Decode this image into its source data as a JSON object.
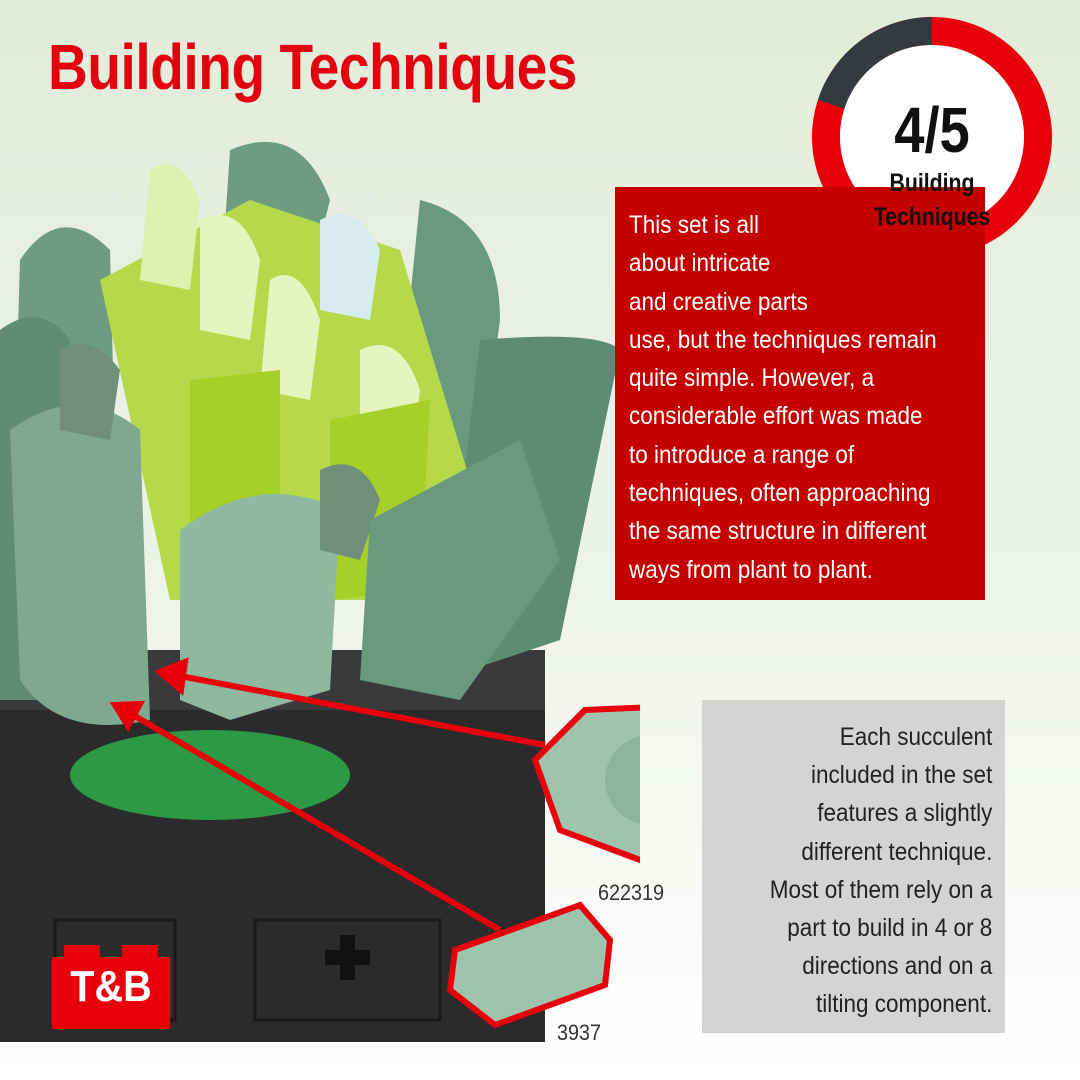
{
  "title": "Building Techniques",
  "rating": {
    "score_text": "4/5",
    "score": 4,
    "max": 5,
    "label_line1": "Building",
    "label_line2": "Techniques"
  },
  "description": [
    "This set is all",
    "about intricate",
    "and creative parts",
    "use, but the techniques remain",
    "quite simple. However, a",
    "considerable effort was made",
    "to introduce a range of",
    "techniques, often approaching",
    "the same structure in different",
    "ways from plant to plant."
  ],
  "parts_note": [
    "Each succulent",
    "included in the set",
    "features a slightly",
    "different technique.",
    "Most of them rely on a",
    "part to build in 4 or 8",
    "directions and on a",
    "tilting component."
  ],
  "parts": [
    {
      "id": "622319"
    },
    {
      "id": "3937"
    }
  ],
  "logo": "T&B",
  "colors": {
    "accent": "#e3000f",
    "box_red": "#c40000",
    "gauge_dark": "#343a40",
    "note_bg": "#d4d4d4"
  }
}
